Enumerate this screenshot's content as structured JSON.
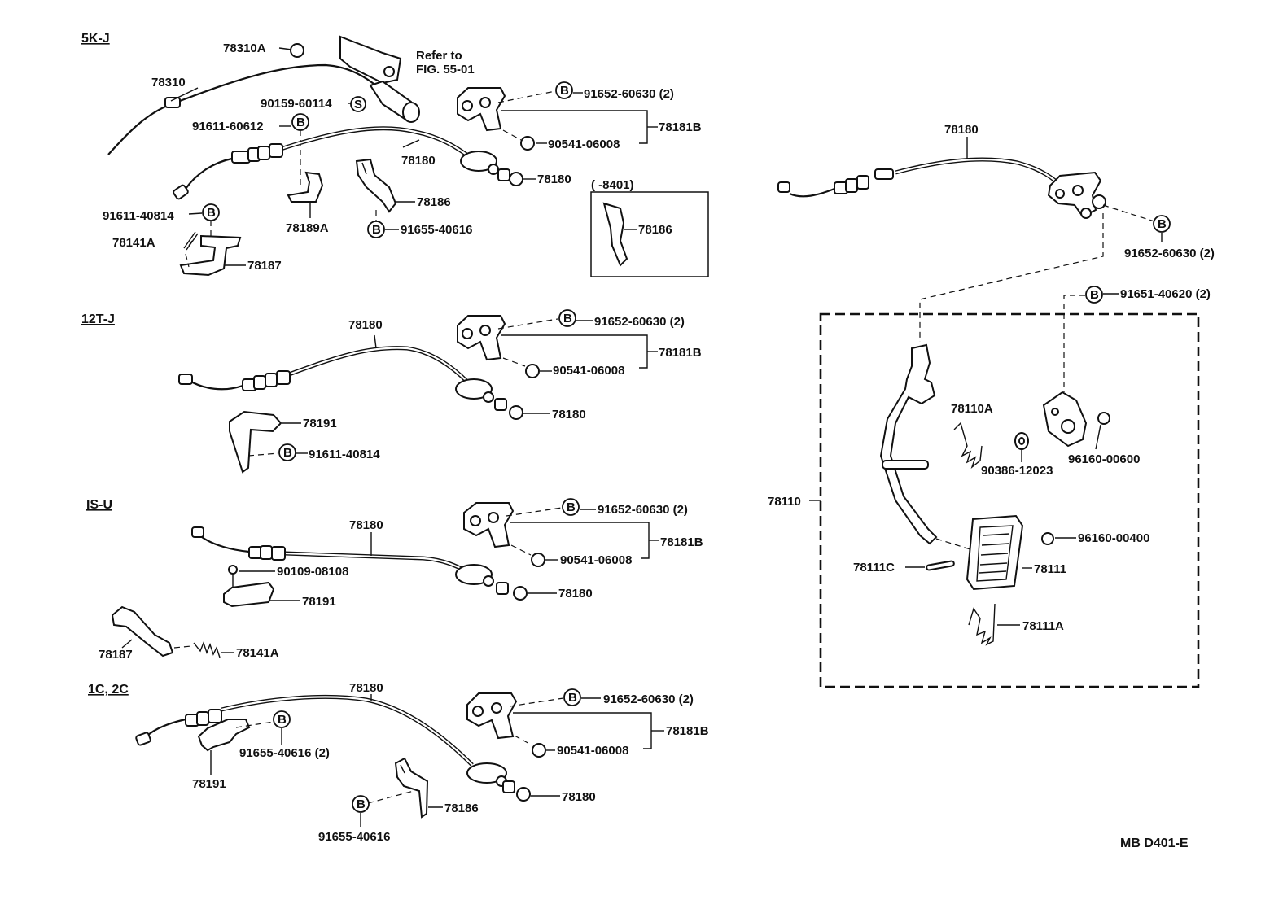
{
  "sections": {
    "s5kj": "5K-J",
    "s12tj": "12T-J",
    "s1su": "IS-U",
    "s1c2c": "1C, 2C"
  },
  "refer": {
    "line1": "Refer to",
    "line2": "FIG. 55-01"
  },
  "range_box": {
    "label": "(      -8401)"
  },
  "badges": {
    "bolt": "B",
    "screw": "S"
  },
  "parts": {
    "p78310A": "78310A",
    "p78310": "78310",
    "p90159": "90159-60114",
    "p91611_60612": "91611-60612",
    "p78180_a": "78180",
    "p78180_b": "78180",
    "p91611_40814_a": "91611-40814",
    "p78141A_a": "78141A",
    "p78187_a": "78187",
    "p78189A": "78189A",
    "p78186_a": "78186",
    "p91655_40616_a": "91655-40616",
    "p78186_box": "78186",
    "p91652_a": "91652-60630 (2)",
    "p78181B_a": "78181B",
    "p90541_a": "90541-06008",
    "p78180_c": "78180",
    "p91652_b": "91652-60630 (2)",
    "p78181B_b": "78181B",
    "p90541_b": "90541-06008",
    "p78180_d": "78180",
    "p78191_a": "78191",
    "p91611_40814_b": "91611-40814",
    "p78180_e": "78180",
    "p91652_c": "91652-60630 (2)",
    "p78181B_c": "78181B",
    "p90109": "90109-08108",
    "p90541_c": "90541-06008",
    "p78191_b": "78191",
    "p78180_f": "78180",
    "p78187_b": "78187",
    "p78141A_b": "78141A",
    "p78180_g": "78180",
    "p91652_d": "91652-60630 (2)",
    "p78181B_d": "78181B",
    "p91655_40616_b": "91655-40616 (2)",
    "p90541_d": "90541-06008",
    "p78191_c": "78191",
    "p78180_h": "78180",
    "p78186_b": "78186",
    "p91655_40616_c": "91655-40616",
    "p78180_r": "78180",
    "p91652_r": "91652-60630 (2)",
    "p91651": "91651-40620 (2)",
    "p78110A": "78110A",
    "p90386": "90386-12023",
    "p96160_600": "96160-00600",
    "p78110": "78110",
    "p96160_400": "96160-00400",
    "p78111C": "78111C",
    "p78111": "78111",
    "p78111A": "78111A"
  },
  "code": "MB  D401-E"
}
